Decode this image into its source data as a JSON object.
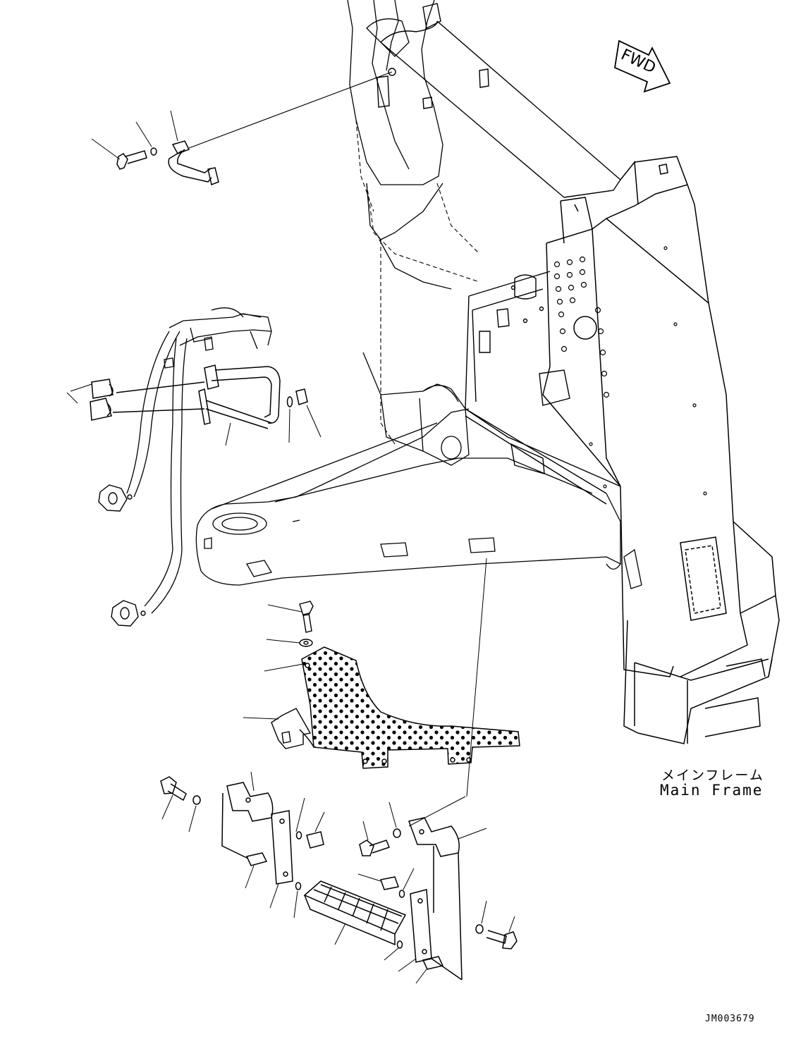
{
  "fwd_arrow": {
    "text": "FWD"
  },
  "callout": {
    "jp": "メインフレーム",
    "en": "Main Frame"
  },
  "drawing_number": "JM003679",
  "colors": {
    "line": "#000000",
    "background": "#ffffff"
  }
}
